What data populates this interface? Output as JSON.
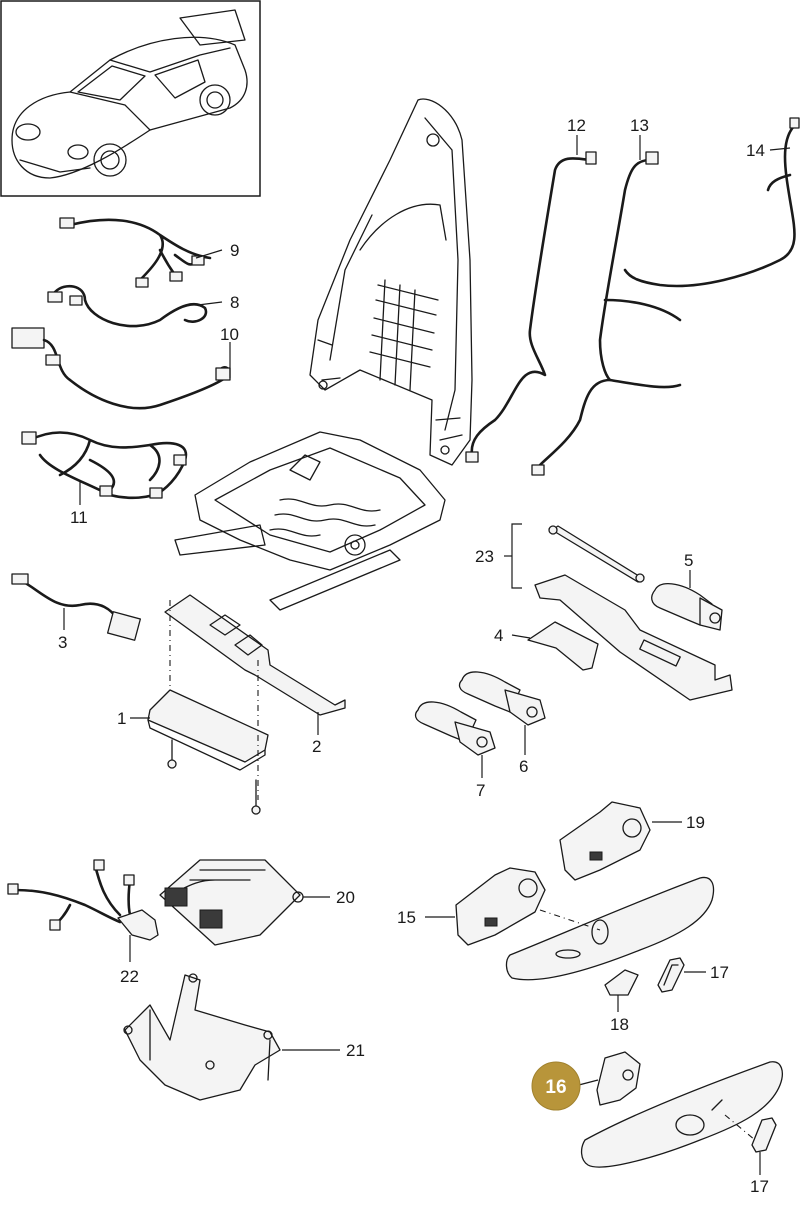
{
  "diagram": {
    "thumbnail": {
      "subject": "car-thumbnail"
    },
    "highlight": {
      "label": "16",
      "color": "#b8953a",
      "text_color": "#ffffff"
    },
    "callouts": {
      "c1": "1",
      "c2": "2",
      "c3": "3",
      "c4": "4",
      "c5": "5",
      "c6": "6",
      "c7": "7",
      "c8": "8",
      "c9": "9",
      "c10": "10",
      "c11": "11",
      "c12": "12",
      "c13": "13",
      "c14": "14",
      "c15": "15",
      "c17a": "17",
      "c17b": "17",
      "c18": "18",
      "c19": "19",
      "c20": "20",
      "c21": "21",
      "c22": "22",
      "c23": "23"
    },
    "colors": {
      "line": "#1a1a1a",
      "background": "#ffffff",
      "part_fill": "#f4f4f4"
    }
  }
}
